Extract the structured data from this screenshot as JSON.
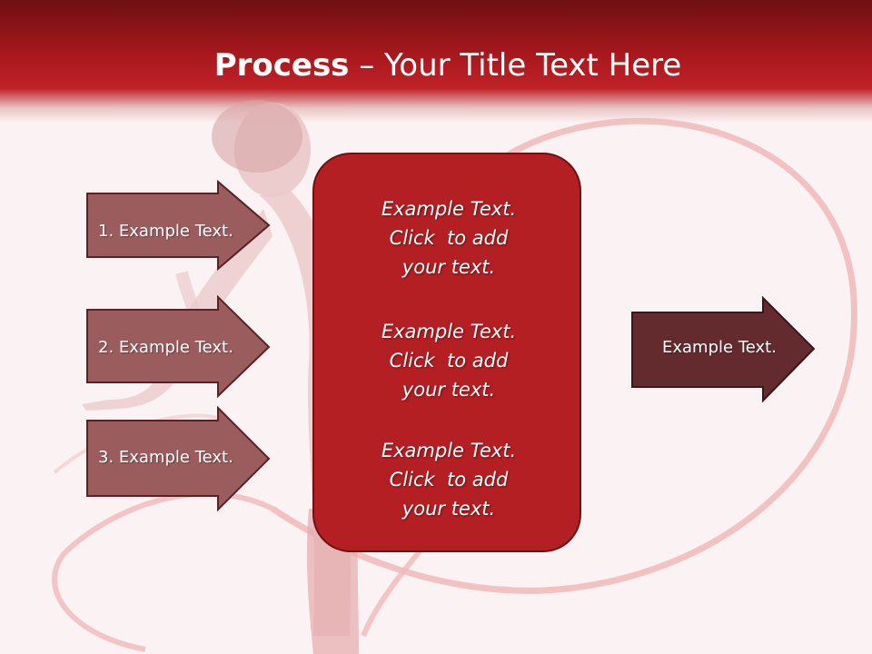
{
  "slide": {
    "title_bold": "Process",
    "title_rest": " – Your Title Text Here",
    "input_arrows": [
      {
        "label": "1. Example Text."
      },
      {
        "label": "2. Example Text."
      },
      {
        "label": "3. Example Text."
      }
    ],
    "center_blocks": [
      {
        "line1": "Example Text.",
        "line2": "Click  to add",
        "line3": "your text."
      },
      {
        "line1": "Example Text.",
        "line2": "Click  to add",
        "line3": "your text."
      },
      {
        "line1": "Example Text.",
        "line2": "Click  to add",
        "line3": "your text."
      }
    ],
    "output_arrow": {
      "label": "Example Text."
    }
  },
  "colors": {
    "header_red": "#b41f23",
    "input_arrow_fill": "#9b5c5e",
    "output_arrow_fill": "#642b2e",
    "center_box_fill": "#b41f23"
  }
}
